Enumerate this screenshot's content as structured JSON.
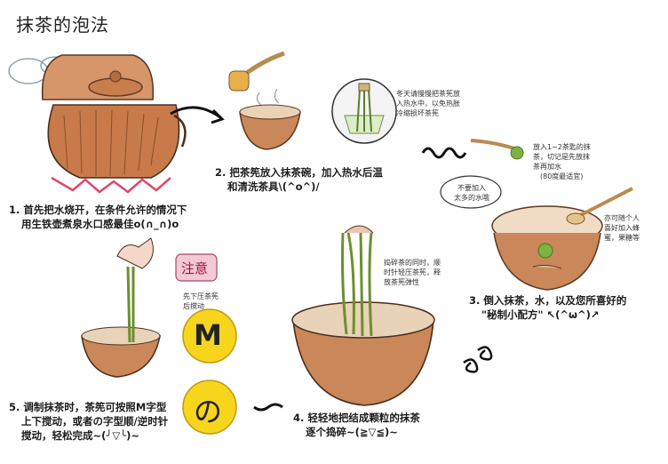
{
  "title": "抹茶的泡法",
  "steps": {
    "s1": {
      "l1": "1. 首先把水烧开，在条件允许的情况下",
      "l2": "用生铁壶煮泉水口感最佳o(∩_∩)o"
    },
    "s2": {
      "l1": "2. 把茶筅放入抹茶碗，加入热水后温",
      "l2": "和清洗茶具\\(^o^)/"
    },
    "s3": {
      "l1": "3. 倒入抹茶，水，以及您所喜好的",
      "l2": "\"秘制小配方\" ↖(^ω^)↗"
    },
    "s4": {
      "l1": "4. 轻轻地把结成颗粒的抹茶",
      "l2": "逐个捣碎~(≧▽≦)~"
    },
    "s5": {
      "l1": "5. 调制抹茶时，茶筅可按照M字型",
      "l2": "上下搅动，或者の字型顺/逆时针",
      "l3": "搅动，轻松完成~(╯▽╰)~"
    }
  },
  "notes": {
    "winter": {
      "l1": "冬天请慢慢把茶筅放",
      "l2": "入热水中，以免热胀",
      "l3": "冷缩损坏茶筅"
    },
    "powder": {
      "l1": "放入1~2茶匙的抹",
      "l2": "茶，切记是先放抹",
      "l3": "茶再加水",
      "l4": "(80度最适宜)"
    },
    "no_water": {
      "l1": "不要加入",
      "l2": "太多的水哦"
    },
    "honey": {
      "l1": "亦可随个人",
      "l2": "喜好加入蜂",
      "l3": "蜜，果糖等"
    },
    "whisk": {
      "l1": "捣碎茶的同时，顺",
      "l2": "时针轻压茶筅，释",
      "l3": "放茶筅弹性"
    },
    "attention": {
      "label": "注意",
      "l1": "先下压茶筅",
      "l2": "后搅动"
    }
  },
  "symbols": {
    "m": "M",
    "no": "の"
  },
  "colors": {
    "pot": "#c87a4a",
    "bowl": "#c9875a",
    "matcha": "#7cb342",
    "flame": "#e0476a",
    "yellow": "#f7d51d",
    "pink": "#f4c8d4"
  }
}
